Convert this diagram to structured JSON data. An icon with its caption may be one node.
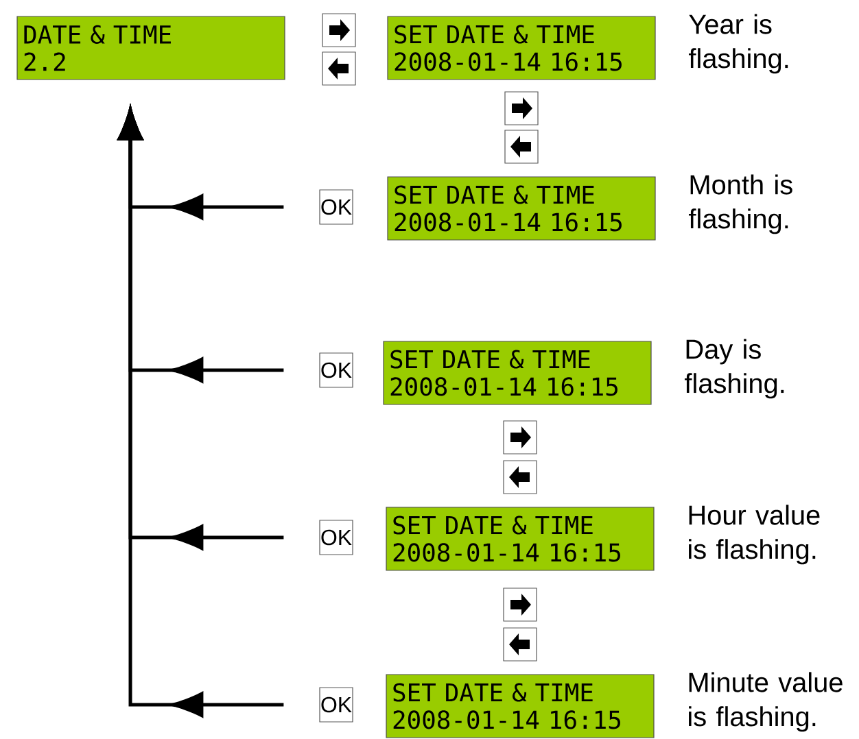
{
  "diagram": {
    "nodes": [
      {
        "text": [
          "DATE & TIME",
          "2.2"
        ]
      },
      {
        "text": [
          "SET DATE & TIME",
          "2008-01-14 16:15"
        ],
        "beside": [
          "Year is flashing."
        ]
      },
      {
        "text": [
          "OK"
        ]
      },
      {
        "text": [
          "SET DATE & TIME",
          "2008-01-14 16:15"
        ],
        "beside": [
          "Month is flashing."
        ]
      },
      {
        "text": [
          "OK"
        ]
      },
      {
        "text": [
          "SET DATE & TIME",
          "2008-01-14 16:15"
        ],
        "beside": [
          "Day is flashing."
        ]
      },
      {
        "text": [
          "OK"
        ]
      },
      {
        "text": [
          "SET DATE & TIME",
          "2008-01-14 16:15"
        ],
        "beside": [
          "Hour value is flashing."
        ]
      },
      {
        "text": [
          "OK"
        ]
      },
      {
        "text": [
          "SET DATE & TIME",
          "2008-01-14 16:15"
        ],
        "beside": [
          "Minute value is flashing."
        ]
      }
    ],
    "edges": [
      {
        "from": 2,
        "to": 0,
        "arrow": "to"
      },
      {
        "from": 4,
        "to": 0,
        "arrow": "to"
      },
      {
        "from": 6,
        "to": 0,
        "arrow": "to"
      },
      {
        "from": 8,
        "to": 0,
        "arrow": "to"
      }
    ]
  }
}
